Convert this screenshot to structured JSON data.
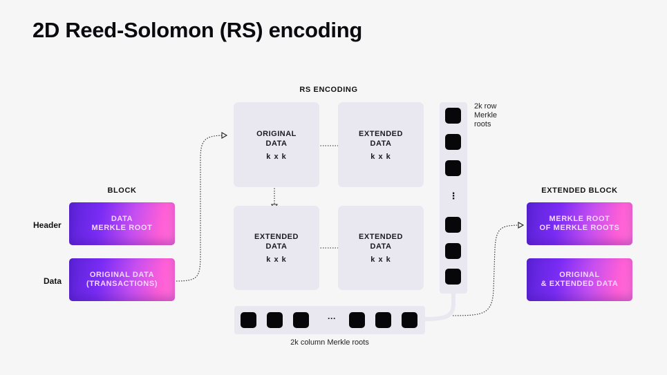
{
  "title": "2D Reed-Solomon (RS) encoding",
  "block": {
    "heading": "BLOCK",
    "rows": [
      {
        "label": "Header",
        "box": "DATA\nMERKLE ROOT"
      },
      {
        "label": "Data",
        "box": "ORIGINAL DATA\n(TRANSACTIONS)"
      }
    ]
  },
  "rs_encoding": {
    "heading": "RS ENCODING",
    "tiles": [
      {
        "label": "ORIGINAL\nDATA",
        "size": "k x k"
      },
      {
        "label": "EXTENDED\nDATA",
        "size": "k x k"
      },
      {
        "label": "EXTENDED\nDATA",
        "size": "k x k"
      },
      {
        "label": "EXTENDED\nDATA",
        "size": "k x k"
      }
    ],
    "row_roots_label": "2k row\nMerkle\nroots",
    "column_roots_label": "2k column Merkle roots",
    "ellipsis_vertical": "⋮",
    "ellipsis_horizontal": "···"
  },
  "extended_block": {
    "heading": "EXTENDED BLOCK",
    "boxes": [
      "MERKLE ROOT\nOF MERKLE ROOTS",
      "ORIGINAL\n& EXTENDED DATA"
    ]
  },
  "colors": {
    "gradient_start": "#5a23d6",
    "gradient_end": "#ff6fd8",
    "tile_bg": "#e9e7ef",
    "background": "#f6f6f7"
  }
}
